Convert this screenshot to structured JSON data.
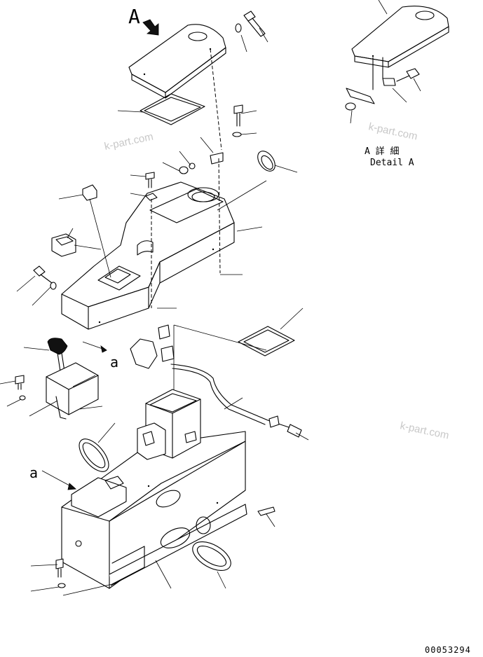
{
  "labels": {
    "view_marker": "A",
    "ref_a": "a",
    "detail_jp": "A 詳 細",
    "detail_en": "Detail A",
    "part_number": "00053294"
  },
  "watermarks": [
    "k-part.com",
    "k-part.com",
    "k-part.com",
    "k-part.com"
  ]
}
